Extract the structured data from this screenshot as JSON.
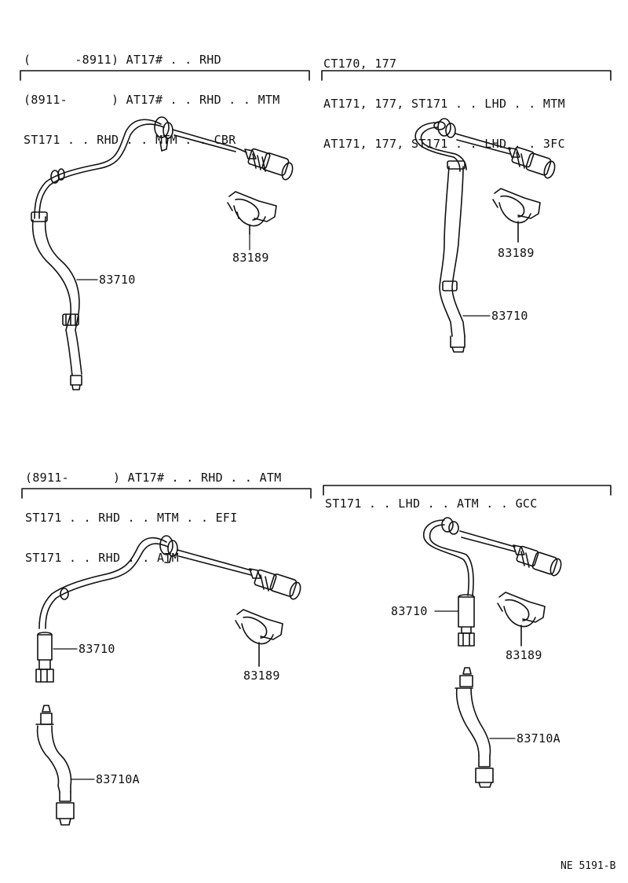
{
  "panels": [
    {
      "header": [
        "(      -8911) AT17# . . RHD",
        "(8911-      ) AT17# . . RHD . . MTM",
        "ST171 . . RHD . . MTM . . CBR"
      ],
      "labels": {
        "cable": "83710",
        "clamp": "83189"
      }
    },
    {
      "header": [
        "CT170, 177",
        "AT171, 177, ST171 . . LHD . . MTM",
        "AT171, 177, ST171 . . LHD . . 3FC"
      ],
      "labels": {
        "cable": "83710",
        "clamp": "83189"
      }
    },
    {
      "header": [
        "(8911-      ) AT17# . . RHD . . ATM",
        "ST171 . . RHD . . MTM . . EFI",
        "ST171 . . RHD . . ATM"
      ],
      "labels": {
        "cable": "83710",
        "clamp": "83189",
        "lower": "83710A"
      }
    },
    {
      "header": [
        "ST171 . . LHD . . ATM . . GCC"
      ],
      "labels": {
        "cable": "83710",
        "clamp": "83189",
        "lower": "83710A"
      }
    }
  ],
  "figure_code": "NE 5191-B"
}
